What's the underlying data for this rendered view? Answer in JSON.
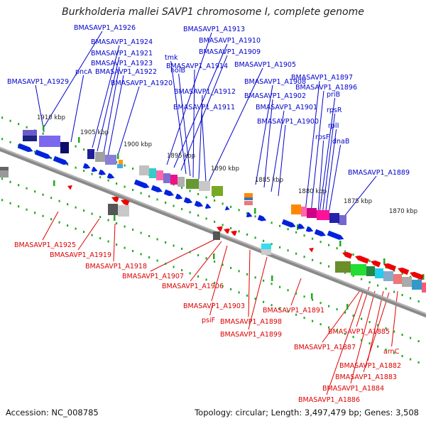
{
  "title": "Burkholderia mallei SAVP1 chromosome I, complete genome",
  "footer": {
    "accession": "Accession: NC_008785",
    "summary": "Topology: circular; Length: 3,497,479 bp; Genes: 3,508"
  },
  "colors": {
    "forward_label": "#0000cc",
    "reverse_label": "#dd0000",
    "forward_gene": "#0022dd",
    "reverse_gene": "#ee0000",
    "backbone": "#8a8a8a",
    "tick": "#22aa22"
  },
  "scale": [
    "1910 kbp",
    "1905 kbp",
    "1900 kbp",
    "1895 kbp",
    "1890 kbp",
    "1885 kbp",
    "1880 kbp",
    "1875 kbp",
    "1870 kbp"
  ],
  "top_labels": [
    "BMASAVP1_A1926",
    "BMASAVP1_A1913",
    "BMASAVP1_A1924",
    "BMASAVP1_A1910",
    "BMASAVP1_A1921",
    "BMASAVP1_A1909",
    "tmk",
    "BMASAVP1_A1923",
    "BMASAVP1_A1922",
    "pncA",
    "holB",
    "BMASAVP1_A1914",
    "BMASAVP1_A1905",
    "BMASAVP1_A1929",
    "BMASAVP1_A1920",
    "BMASAVP1_A1908",
    "BMASAVP1_A1912",
    "BMASAVP1_A1897",
    "BMASAVP1_A1896",
    "BMASAVP1_A1902",
    "priB",
    "BMASAVP1_A1911",
    "BMASAVP1_A1901",
    "rpsR",
    "BMASAVP1_A1900",
    "rplI",
    "rpsF",
    "dnaB",
    "BMASAVP1_A1889"
  ],
  "bottom_labels": [
    "BMASAVP1_A1925",
    "BMASAVP1_A1919",
    "BMASAVP1_A1918",
    "BMASAVP1_A1907",
    "BMASAVP1_A1906",
    "BMASAVP1_A1903",
    "BMASAVP1_A1891",
    "psiF",
    "BMASAVP1_A1898",
    "BMASAVP1_A1899",
    "BMASAVP1_A1885",
    "BMASAVP1_A1887",
    "arnC",
    "BMASAVP1_A1882",
    "BMASAVP1_A1883",
    "BMASAVP1_A1884",
    "BMASAVP1_A1886"
  ]
}
